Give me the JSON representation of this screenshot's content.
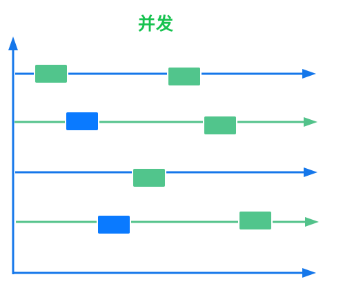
{
  "title": "并发",
  "colors": {
    "blue": "#1577ea",
    "green": "#52c28a",
    "blue_box": "#0a7aff",
    "green_box": "#51c58c",
    "title": "#17c24f"
  },
  "lanes": [
    {
      "color": "blue",
      "tasks": [
        {
          "color": "green_box"
        },
        {
          "color": "green_box"
        }
      ]
    },
    {
      "color": "green",
      "tasks": [
        {
          "color": "blue_box"
        },
        {
          "color": "green_box"
        }
      ]
    },
    {
      "color": "blue",
      "tasks": [
        {
          "color": "green_box"
        }
      ]
    },
    {
      "color": "green",
      "tasks": [
        {
          "color": "blue_box"
        },
        {
          "color": "green_box"
        }
      ]
    }
  ]
}
